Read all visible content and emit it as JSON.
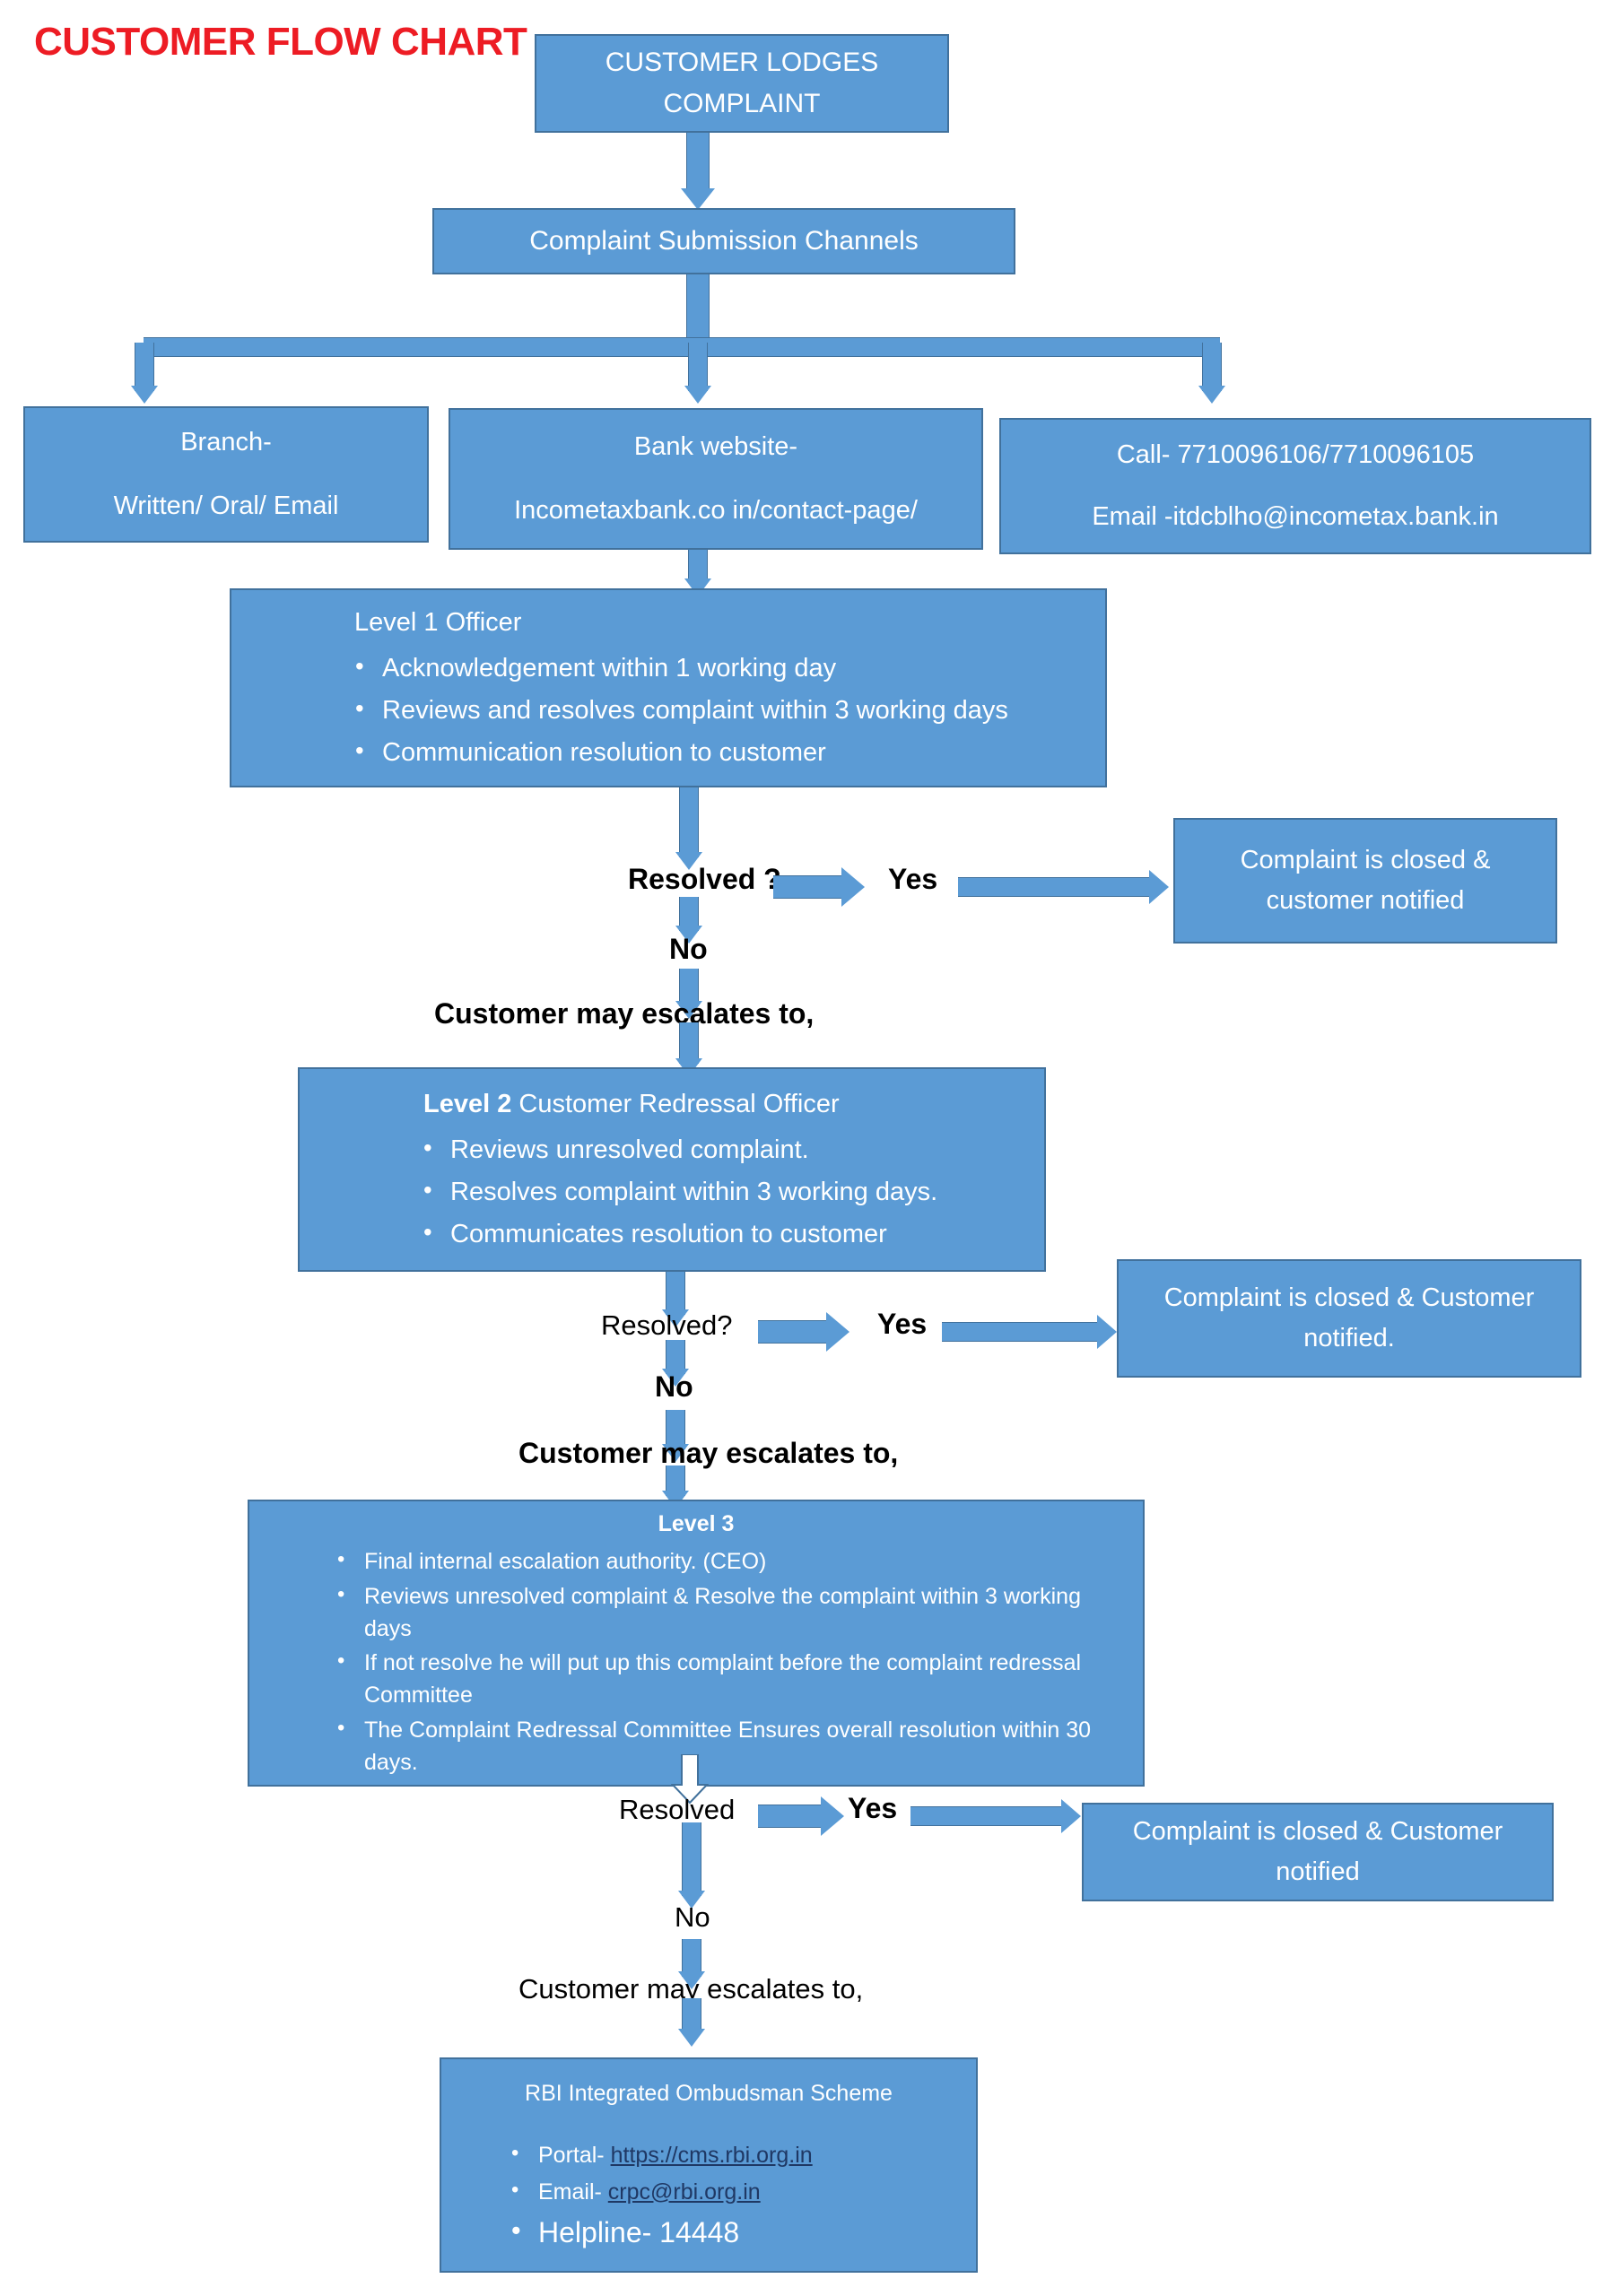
{
  "title": "CUSTOMER FLOW CHART",
  "title_color": "#ED1C24",
  "theme": {
    "box_fill": "#5B9BD5",
    "box_border": "#41719C",
    "box_text": "#FFFFFF",
    "label_text": "#000000",
    "link_color": "#1F3864",
    "background": "#FFFFFF"
  },
  "nodes": {
    "start": {
      "lines": [
        "CUSTOMER LODGES",
        "COMPLAINT"
      ]
    },
    "channels_header": {
      "label": "Complaint Submission Channels"
    },
    "channel_branch": {
      "lines": [
        "Branch-",
        "Written/ Oral/ Email"
      ]
    },
    "channel_website": {
      "lines": [
        "Bank website-",
        "Incometaxbank.co in/contact-page/"
      ]
    },
    "channel_call": {
      "lines": [
        "Call- 7710096106/7710096105",
        "Email -itdcblho@incometax.bank.in"
      ]
    },
    "level1": {
      "heading": "Level 1 Officer",
      "bullets": [
        "Acknowledgement within 1 working day",
        "Reviews and resolves complaint within 3 working days",
        "Communication resolution to customer"
      ]
    },
    "level2": {
      "heading_bold": "Level 2",
      "heading_rest": " Customer Redressal Officer",
      "bullets": [
        "Reviews unresolved complaint.",
        "Resolves complaint within 3 working days.",
        "Communicates resolution to customer"
      ]
    },
    "level3": {
      "heading": "Level 3",
      "bullets": [
        "Final internal escalation authority. (CEO)",
        "Reviews unresolved complaint & Resolve the complaint within 3 working days",
        "If not resolve he will put up this complaint before the complaint redressal Committee",
        "The Complaint Redressal Committee Ensures overall resolution within 30 days."
      ]
    },
    "closed1": {
      "lines": [
        "Complaint is closed &",
        "customer notified"
      ]
    },
    "closed2": {
      "lines": [
        "Complaint is closed & Customer",
        "notified."
      ]
    },
    "closed3": {
      "lines": [
        "Complaint is closed & Customer",
        "notified"
      ]
    },
    "rbi": {
      "heading": "RBI Integrated Ombudsman Scheme",
      "portal_label": "Portal- ",
      "portal_url": "https://cms.rbi.org.in",
      "email_label": "Email- ",
      "email_url": "crpc@rbi.org.in",
      "helpline": "Helpline- 14448"
    }
  },
  "decisions": {
    "d1": {
      "question": "Resolved ?",
      "yes": "Yes",
      "no": "No",
      "escalate": "Customer may escalates to,"
    },
    "d2": {
      "question": "Resolved?",
      "yes": "Yes",
      "no": "No",
      "escalate": "Customer may escalates to,"
    },
    "d3": {
      "question": "Resolved",
      "yes": "Yes",
      "no": "No",
      "escalate": "Customer may escalates to,"
    }
  }
}
